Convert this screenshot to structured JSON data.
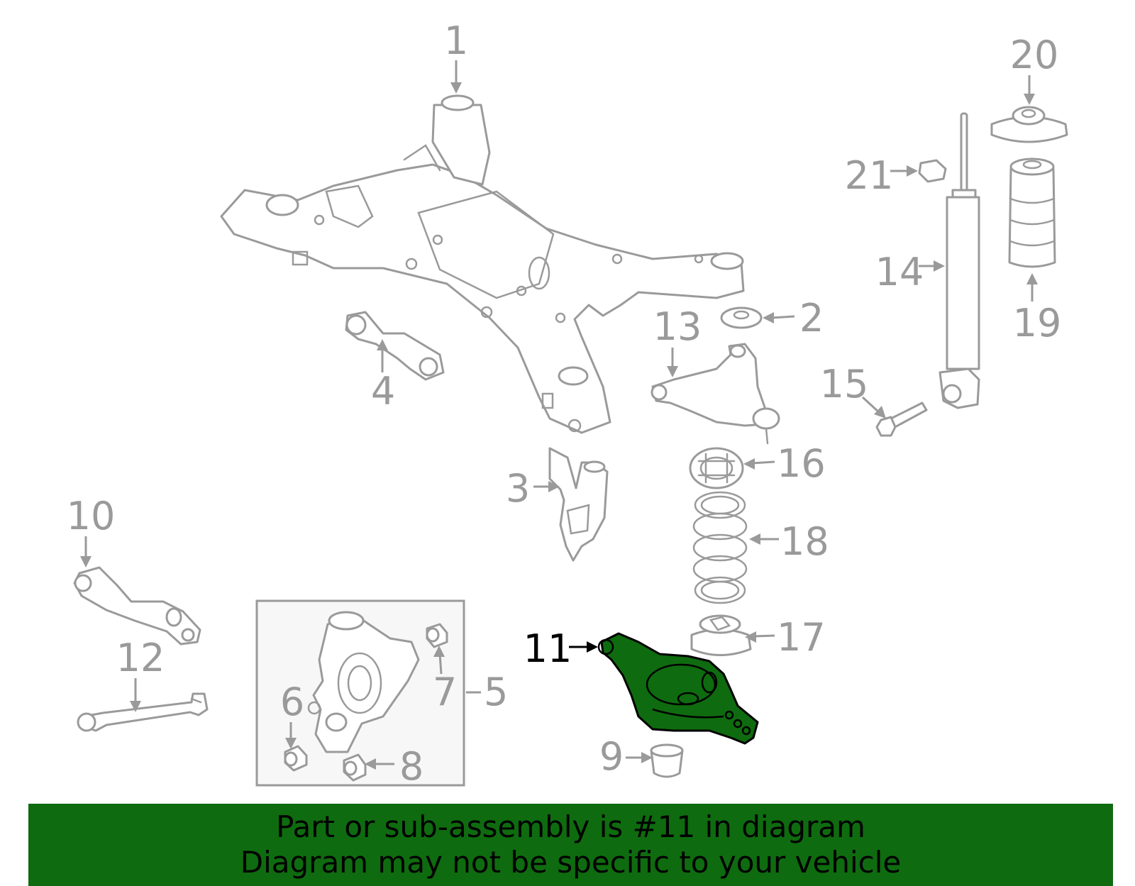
{
  "diagram": {
    "highlight_color": "#0f6b0f",
    "line_color": "#9a9a9a",
    "active_callout_color": "#000000",
    "active_part": "11",
    "callouts": [
      "1",
      "2",
      "3",
      "4",
      "5",
      "6",
      "7",
      "8",
      "9",
      "10",
      "11",
      "12",
      "13",
      "14",
      "15",
      "16",
      "17",
      "18",
      "19",
      "20",
      "21"
    ]
  },
  "banner": {
    "line1": "Part or sub-assembly is #11 in diagram",
    "line2": "Diagram may not be specific to your vehicle",
    "background": "#0f6b0f"
  }
}
